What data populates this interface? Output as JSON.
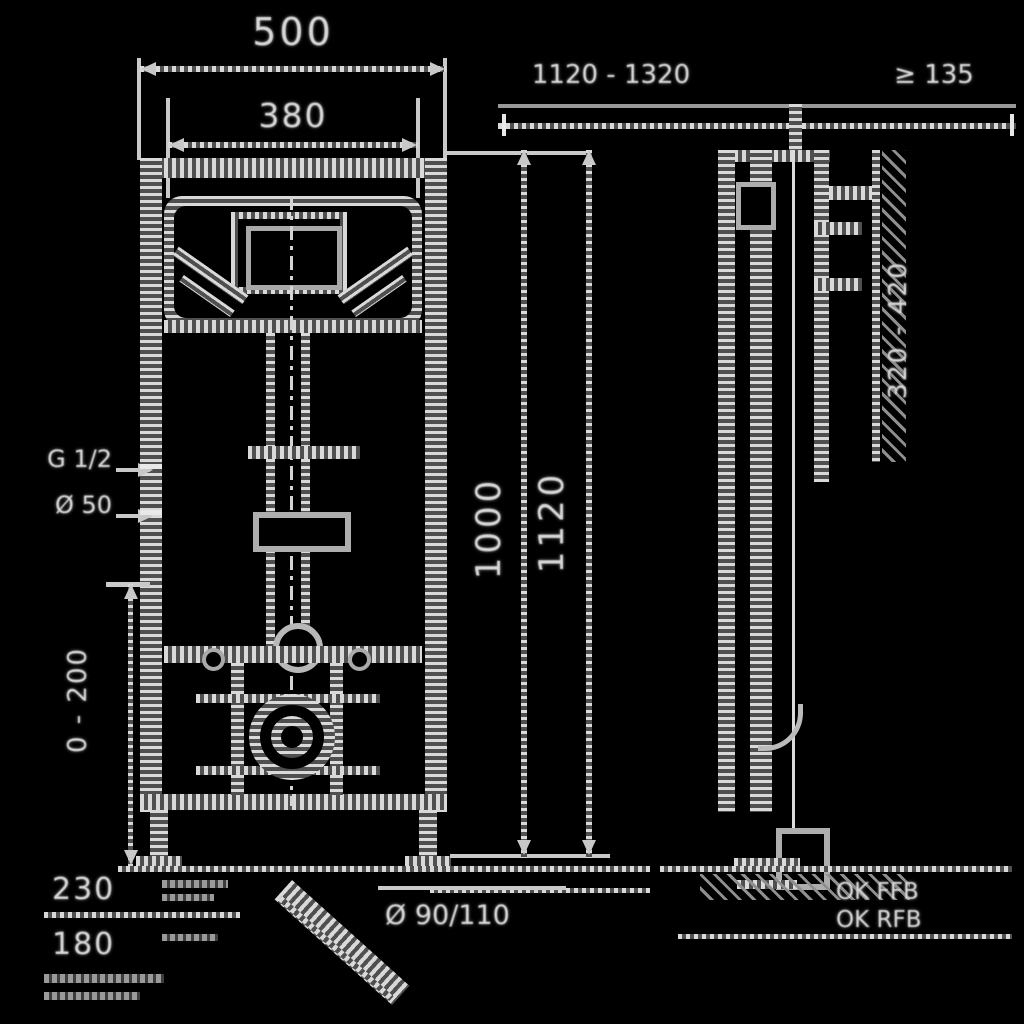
{
  "labels": {
    "width_total": "500",
    "width_inner": "380",
    "height_inner": "1000",
    "height_outer": "1120",
    "install_range": "1120 - 1320",
    "depth_min": "≥ 135",
    "supply_upper": "G 1/2",
    "supply_lower": "Ø 50",
    "feet_range": "0 - 200",
    "bolt_spacing_upper": "230",
    "bolt_spacing_lower": "180",
    "outlet_label": "Ø 90/110",
    "floor_finished": "OK FFB",
    "floor_raw": "OK RFB",
    "bracket_range": "320 - 420"
  },
  "colors": {
    "background": "#000000",
    "linework": "#d9d9d9",
    "text": "#d6d6d6"
  }
}
